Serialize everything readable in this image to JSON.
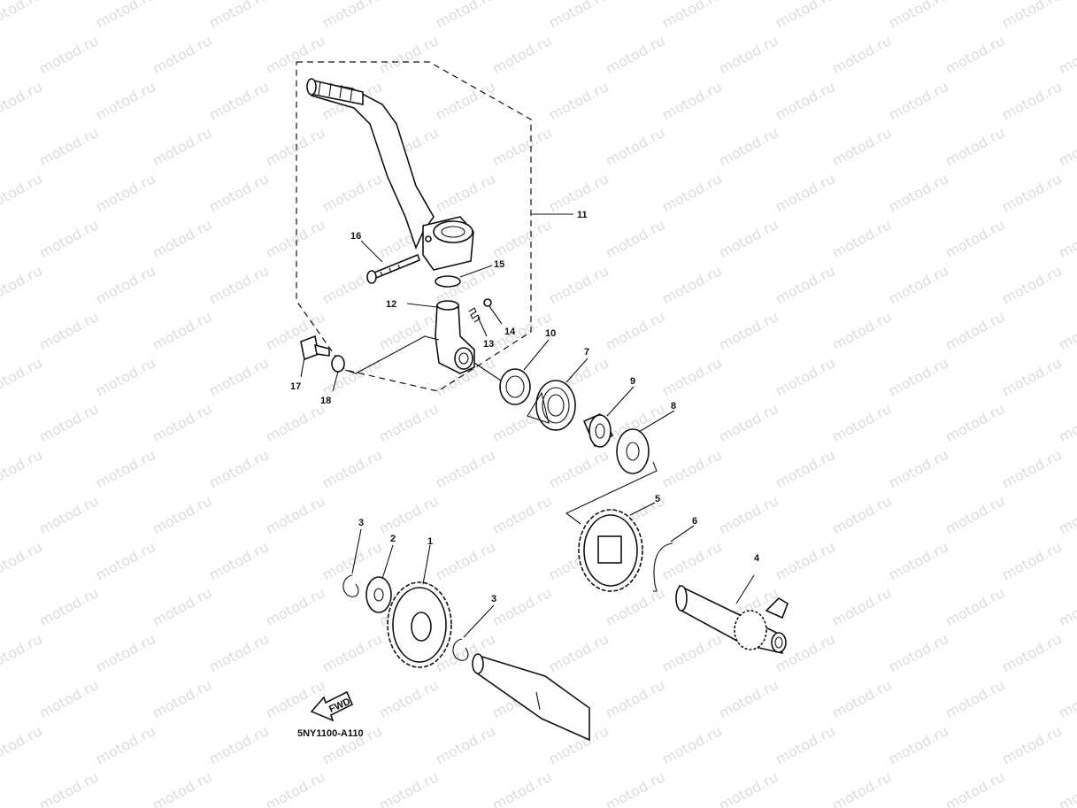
{
  "watermark": "motod.ru",
  "diagram_code": "5NY1100-A110",
  "fwd_label": "FWD",
  "callouts": [
    "1",
    "2",
    "3",
    "3",
    "4",
    "5",
    "6",
    "7",
    "8",
    "9",
    "10",
    "11",
    "12",
    "13",
    "14",
    "15",
    "16",
    "17",
    "18"
  ]
}
